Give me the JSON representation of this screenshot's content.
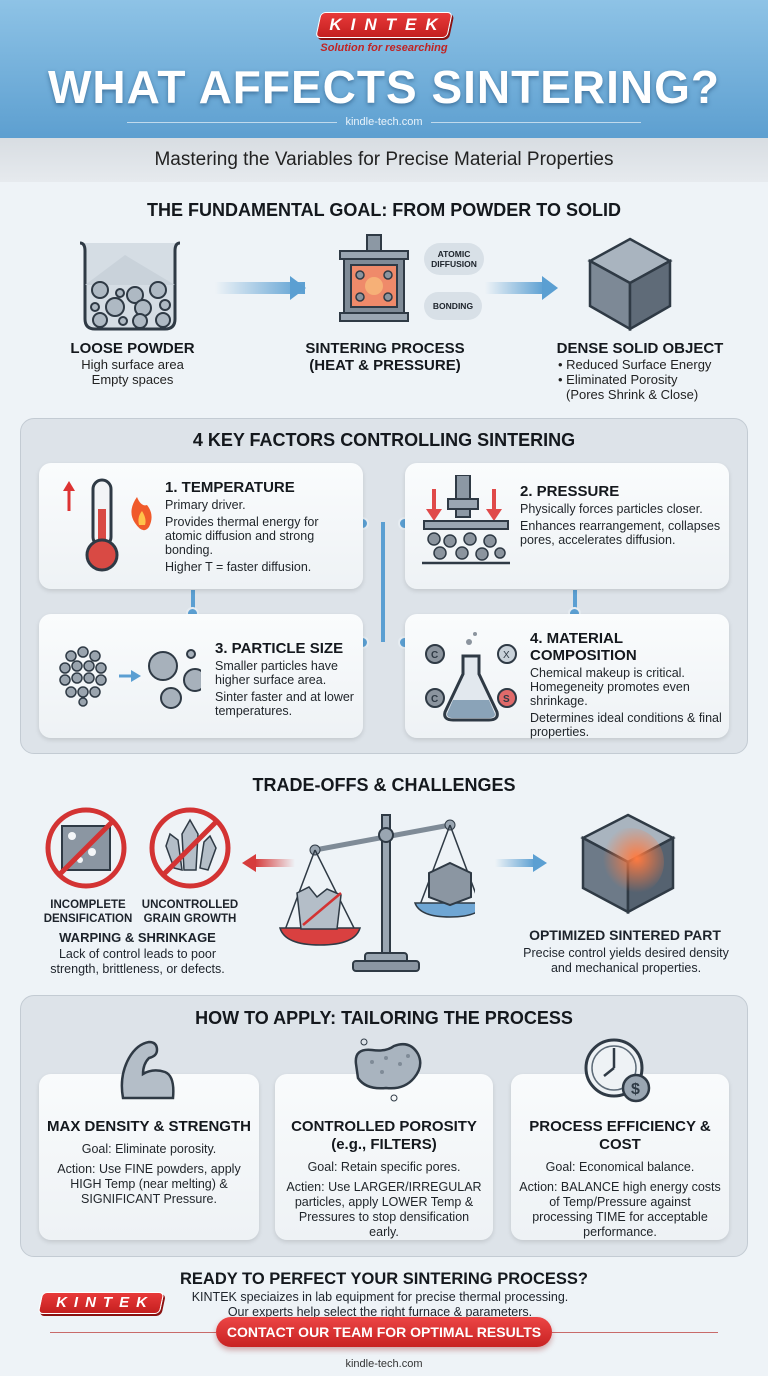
{
  "header": {
    "brand": "KINTEK",
    "tagline": "Solution for researching",
    "title": "WHAT AFFECTS SINTERING?",
    "site": "kindle-tech.com",
    "subtitle": "Mastering the Variables for Precise Material Properties"
  },
  "fundamental": {
    "title": "THE FUNDAMENTAL GOAL: FROM POWDER TO SOLID",
    "stages": [
      {
        "title": "LOOSE POWDER",
        "lines": [
          "High surface area",
          "Empty spaces"
        ]
      },
      {
        "title": "SINTERING PROCESS",
        "subtitle": "(HEAT & PRESSURE)",
        "bubbles": [
          "ATOMIC DIFFUSION",
          "BONDING"
        ]
      },
      {
        "title": "DENSE SOLID OBJECT",
        "bullets": [
          "Reduced Surface Energy",
          "Eliminated Porosity"
        ],
        "note": "(Pores Shrink & Close)"
      }
    ]
  },
  "factors": {
    "title": "4 KEY FACTORS CONTROLLING SINTERING",
    "items": [
      {
        "title": "1. TEMPERATURE",
        "lines": [
          "Primary driver.",
          "Provides thermal energy for atomic diffusion and strong bonding.",
          "Higher T = faster diffusion."
        ]
      },
      {
        "title": "2. PRESSURE",
        "lines": [
          "Physically forces particles closer.",
          "Enhances rearrangement, collapses pores, accelerates diffusion."
        ]
      },
      {
        "title": "3. PARTICLE SIZE",
        "lines": [
          "Smaller particles have higher surface area.",
          "Sinter faster and at lower temperatures."
        ]
      },
      {
        "title": "4. MATERIAL COMPOSITION",
        "lines": [
          "Chemical makeup is critical. Homegeneity promotes even shrinkage.",
          "Determines ideal conditions & final properties."
        ]
      }
    ]
  },
  "tradeoffs": {
    "title": "TRADE-OFFS & CHALLENGES",
    "bad_labels": [
      "INCOMPLETE DENSIFICATION",
      "UNCONTROLLED GRAIN GROWTH"
    ],
    "bad_title": "WARPING & SHRINKAGE",
    "bad_desc": "Lack of control leads to poor strength, brittleness, or defects.",
    "good_title": "OPTIMIZED SINTERED PART",
    "good_desc": "Precise control yields desired density and mechanical properties."
  },
  "apply": {
    "title": "HOW TO APPLY: TAILORING THE PROCESS",
    "cards": [
      {
        "title": "MAX DENSITY & STRENGTH",
        "goal": "Goal: Eliminate porosity.",
        "action": "Action: Use FINE powders, apply HIGH Temp (near melting) & SIGNIFICANT Pressure."
      },
      {
        "title": "CONTROLLED POROSITY (e.g., FILTERS)",
        "goal": "Goal: Retain specific pores.",
        "action": "Actien: Use LARGER/IRREGULAR particles, apply LOWER Temp & Pressures to stop densification early."
      },
      {
        "title": "PROCESS EFFICIENCY & COST",
        "goal": "Goal: Economical balance.",
        "action": "Action: BALANCE high energy costs of Temp/Pressure against processing TIME for acceptable performance."
      }
    ]
  },
  "footer": {
    "question": "READY TO PERFECT YOUR SINTERING PROCESS?",
    "brand": "KINTEK",
    "line1": "KINTEK speciaizes in lab equipment for precise thermal processing.",
    "line2": "Our experts help select the right furnace & parameters.",
    "cta": "CONTACT OUR TEAM FOR OPTIMAL RESULTS",
    "site": "kindle-tech.com"
  },
  "colors": {
    "brand_red": "#d42a2a",
    "accent_blue": "#5b9fd2",
    "header_blue": "#6aa8d8"
  }
}
